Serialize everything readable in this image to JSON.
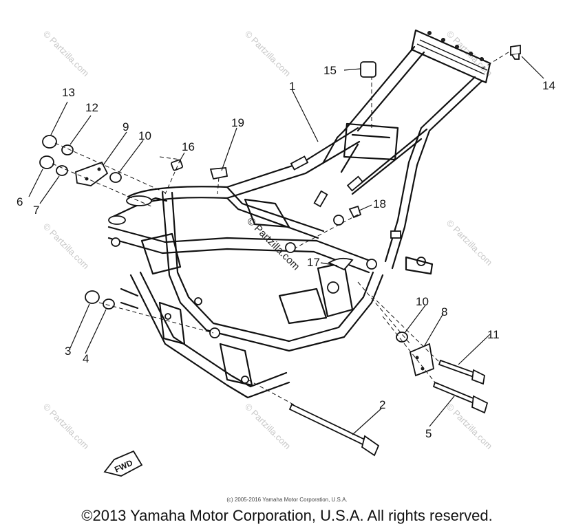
{
  "diagram": {
    "labels": {
      "p1": "1",
      "p2": "2",
      "p3": "3",
      "p4": "4",
      "p5": "5",
      "p6": "6",
      "p7": "7",
      "p8": "8",
      "p9": "9",
      "p10a": "10",
      "p10b": "10",
      "p11": "11",
      "p12": "12",
      "p13": "13",
      "p14": "14",
      "p15": "15",
      "p16": "16",
      "p17": "17",
      "p18": "18",
      "p19": "19"
    },
    "fwd_label": "FWD",
    "watermark": "© Partzilla.com",
    "center_watermark": "© Partzilla.com"
  },
  "footer": {
    "small_copyright": "(c) 2005-2016 Yamaha Motor Corporation, U.S.A.",
    "copyright": "©2013 Yamaha Motor Corporation, U.S.A. All rights reserved."
  }
}
